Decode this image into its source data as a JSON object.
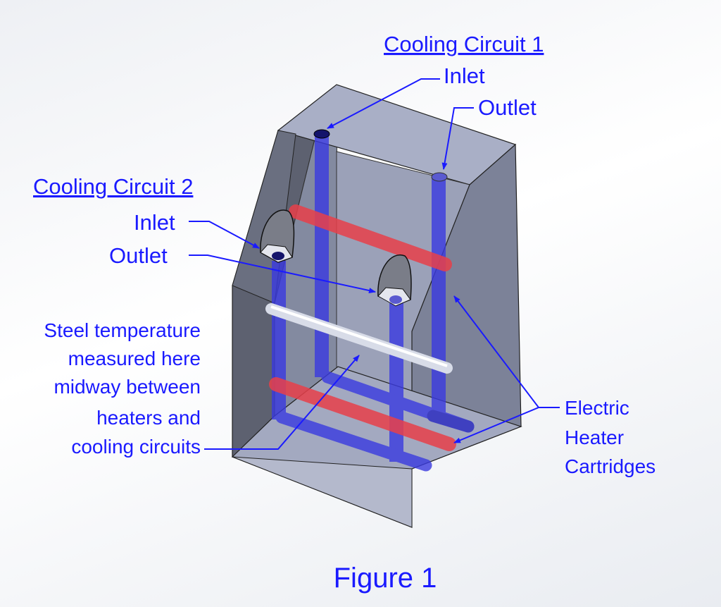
{
  "labels": {
    "circuit1_title": "Cooling Circuit 1",
    "circuit1_inlet": "Inlet",
    "circuit1_outlet": "Outlet",
    "circuit2_title": "Cooling Circuit 2",
    "circuit2_inlet": "Inlet",
    "circuit2_outlet": "Outlet",
    "steel_lines": [
      "Steel temperature",
      "measured here",
      "midway between",
      "heaters and",
      "cooling circuits"
    ],
    "heater_lines": [
      "Electric",
      "Heater",
      "Cartridges"
    ],
    "figure_caption": "Figure 1"
  },
  "colors": {
    "label": "#1a1aff",
    "cooling_channel": "#3a3ae0",
    "heater": "#e8404a",
    "sensor": "#d8dce8",
    "block": "#a9afc6"
  }
}
